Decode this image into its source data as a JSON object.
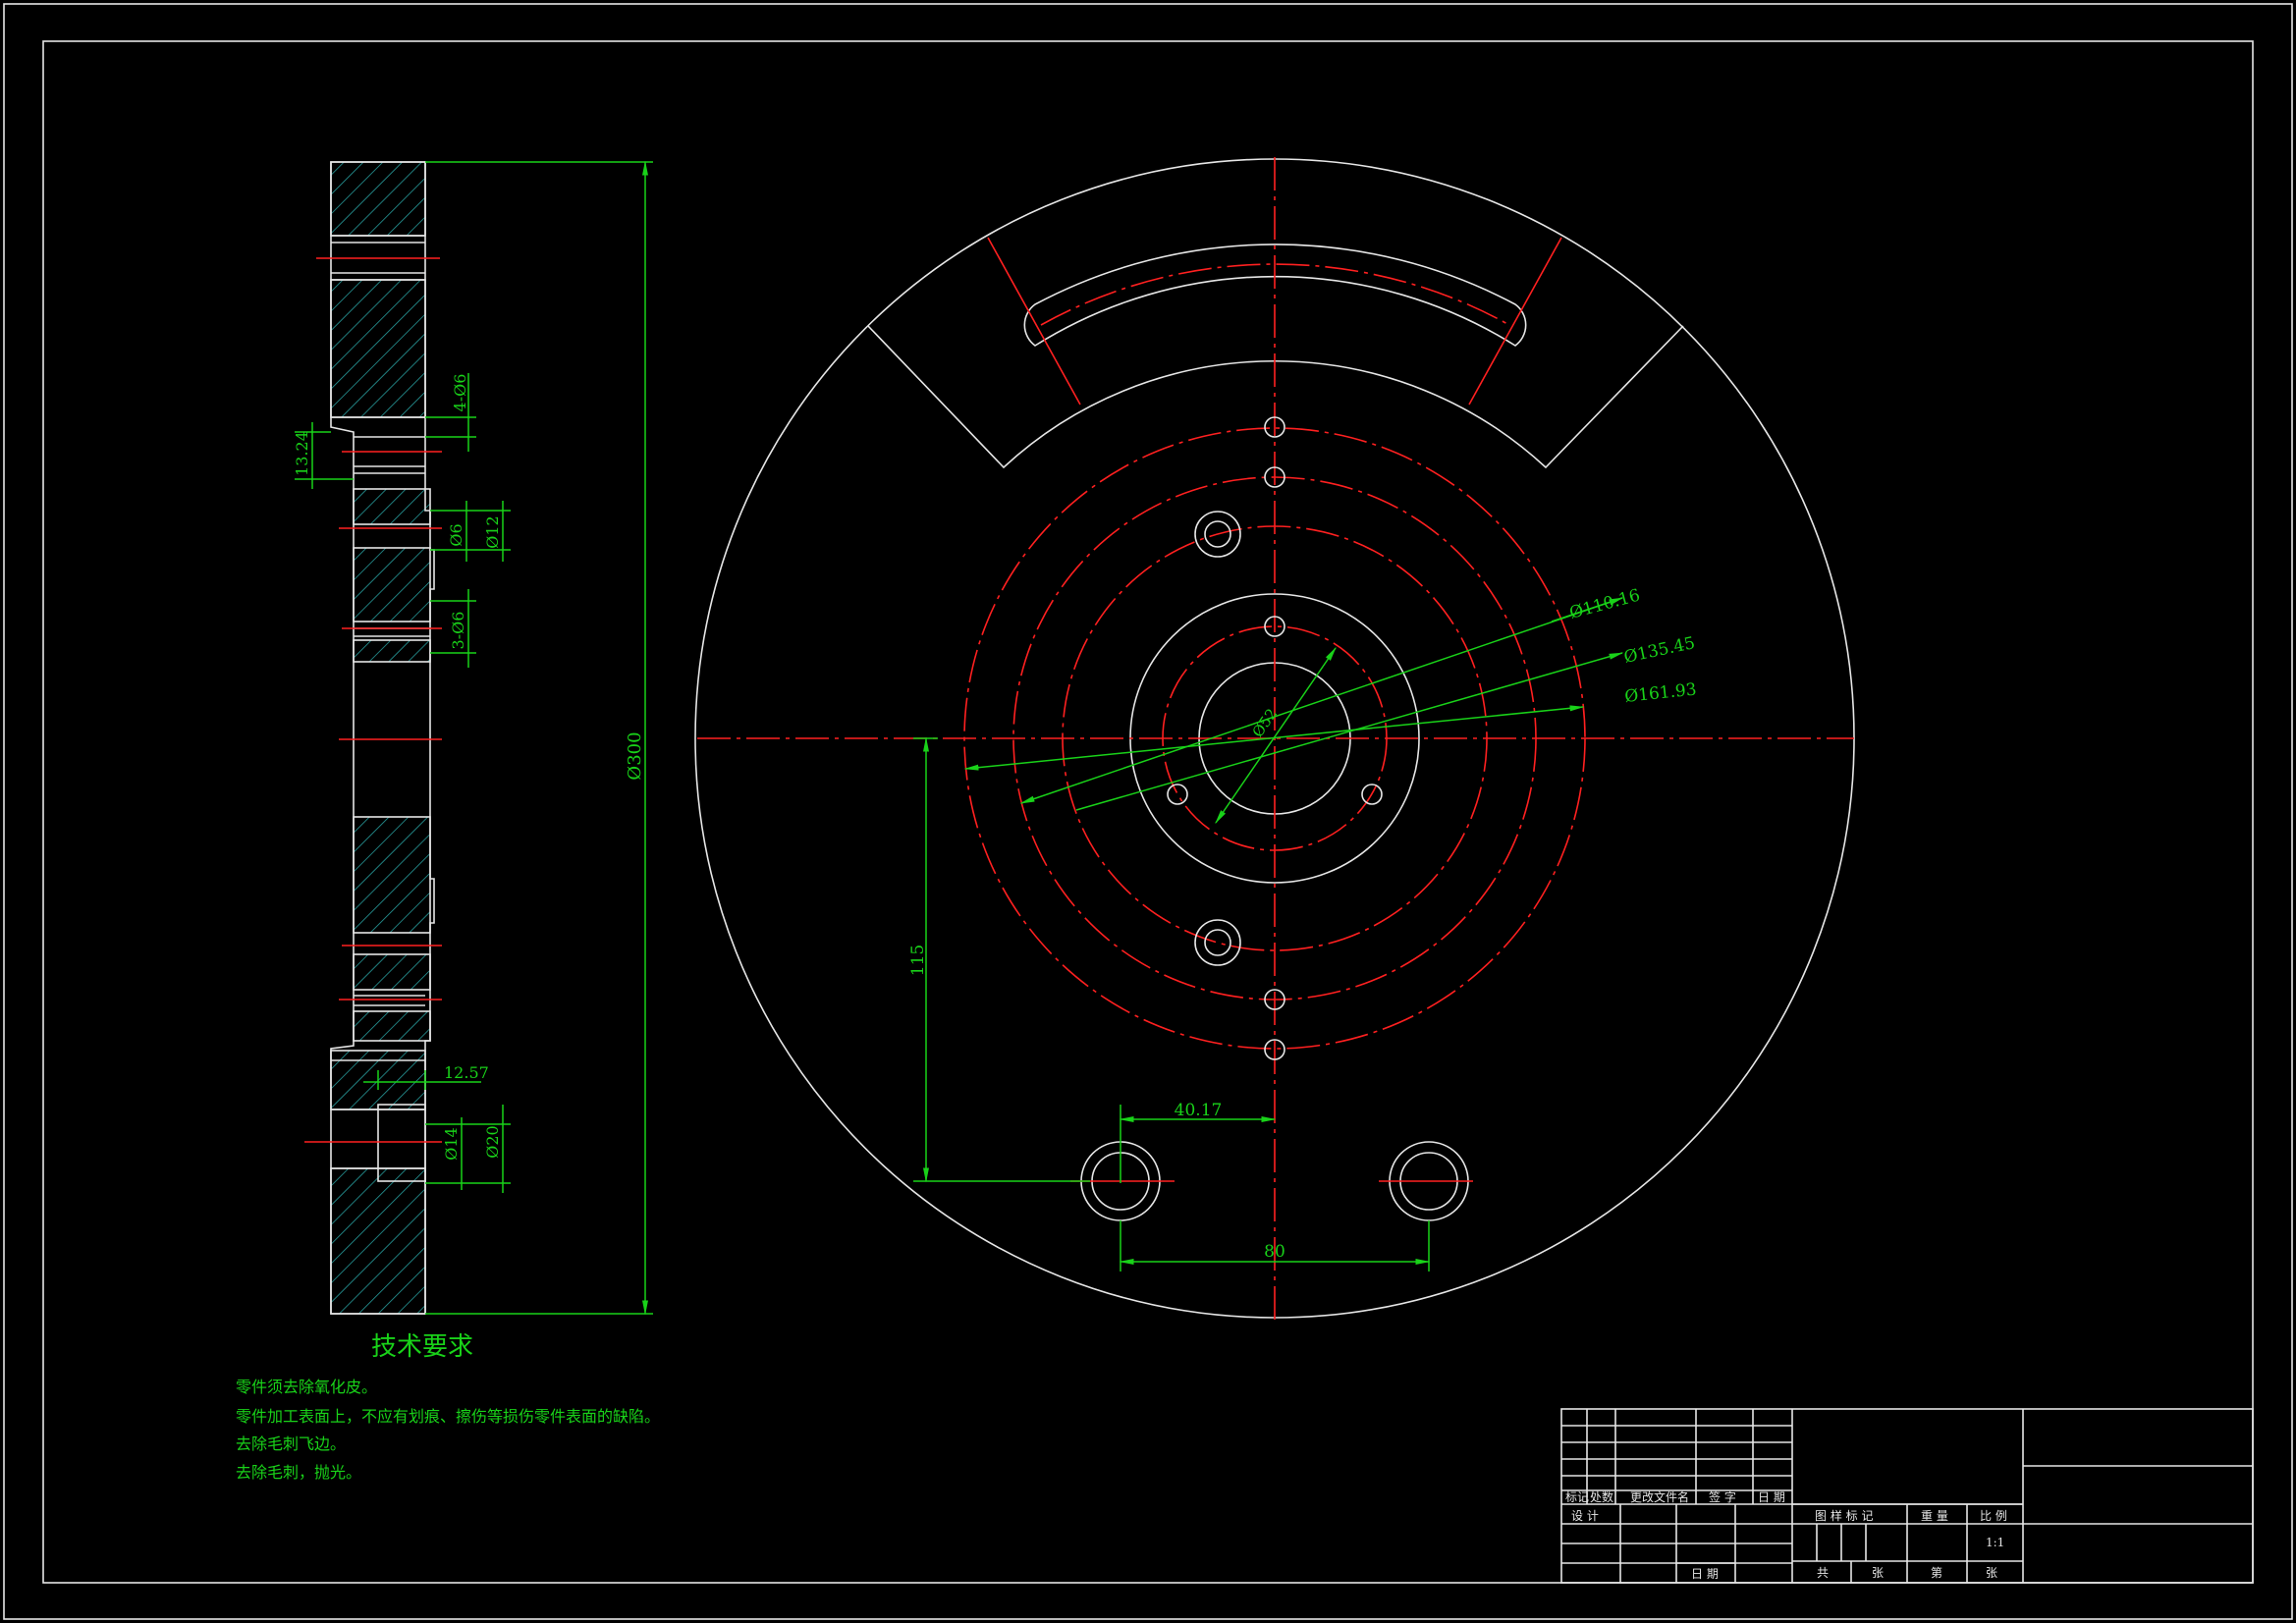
{
  "section_view": {
    "dims": {
      "overall_dia": "Ø300",
      "slot_width": "13.24",
      "hole_4": "4-Ø6",
      "hole_6": "Ø6",
      "hole_12": "Ø12",
      "hole_3": "3-Ø6",
      "depth": "12.57",
      "bore_14": "Ø14",
      "bore_20": "Ø20"
    }
  },
  "plan_view": {
    "dims": {
      "dia_110": "Ø110.16",
      "dia_135": "Ø135.45",
      "dia_161": "Ø161.93",
      "dia_center": "Ø52",
      "vertical_offset": "115",
      "horizontal_offset": "40.17",
      "hole_spacing": "80"
    }
  },
  "tech_requirements": {
    "title": "技术要求",
    "items": [
      "零件须去除氧化皮。",
      "零件加工表面上，不应有划痕、擦伤等损伤零件表面的缺陷。",
      "去除毛刺飞边。",
      "去除毛刺，抛光。"
    ]
  },
  "title_block": {
    "rev_headers": [
      "标记",
      "处数",
      "更改文件名",
      "签 字",
      "日 期"
    ],
    "design_label": "设 计",
    "date_label": "日 期",
    "stage_label": "图 样 标 记",
    "weight_label": "重 量",
    "scale_label": "比 例",
    "scale_value": "1:1",
    "total_label": "共",
    "sheet_label": "张",
    "page_label": "第",
    "page_sheet_label": "张"
  }
}
